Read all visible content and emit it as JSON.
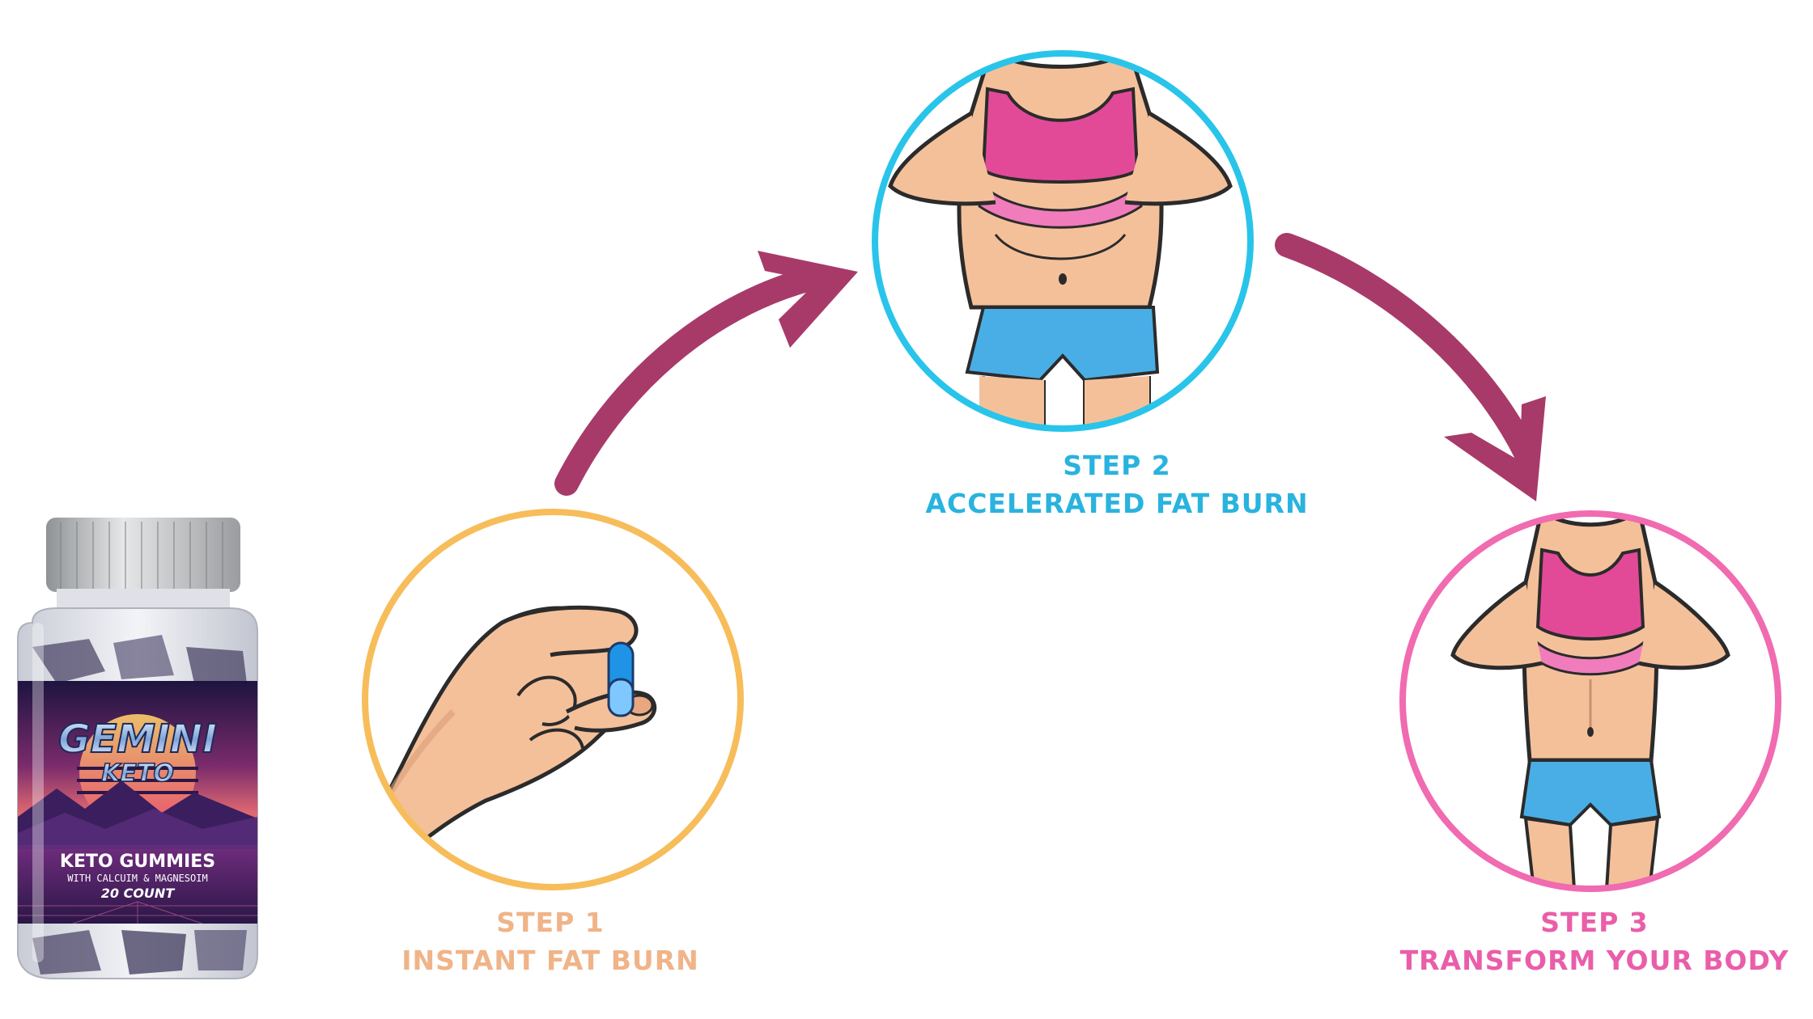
{
  "product": {
    "brand_line1": "GEMINI",
    "brand_line2": "KETO",
    "name": "KETO GUMMIES",
    "subtitle": "WITH CALCUIM & MAGNESOIM",
    "count": "20 COUNT"
  },
  "steps": [
    {
      "step": "STEP 1",
      "desc": "INSTANT FAT BURN",
      "color": "#f0b488",
      "ring_color": "#f7bd5a"
    },
    {
      "step": "STEP 2",
      "desc": "ACCELERATED FAT BURN",
      "color": "#29b3de",
      "ring_color": "#29c4ea"
    },
    {
      "step": "STEP 3",
      "desc": "TRANSFORM YOUR BODY",
      "color": "#ea5ea9",
      "ring_color": "#f06bb0"
    }
  ],
  "colors": {
    "arrow": "#a83a6a",
    "skin": "#f4c09a",
    "top": "#e24a98",
    "shorts": "#49aee5",
    "capsule_blue": "#1f93e6"
  }
}
